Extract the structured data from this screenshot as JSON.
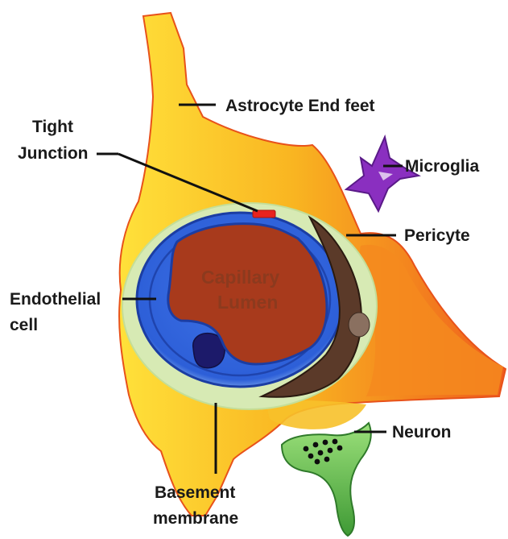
{
  "labels": {
    "astrocyte": "Astrocyte End feet",
    "tight_junction_1": "Tight",
    "tight_junction_2": "Junction",
    "microglia": "Microglia",
    "pericyte": "Pericyte",
    "endothelial_1": "Endothelial",
    "endothelial_2": "cell",
    "lumen_1": "Capillary",
    "lumen_2": "Lumen",
    "neuron": "Neuron",
    "basement_1": "Basement",
    "basement_2": "membrane"
  },
  "colors": {
    "astrocyte": "#f6a81f",
    "astrocyte_edge": "#ec5a1c",
    "basement_membrane": "#d7eab4",
    "endothelium": "#2a5cd6",
    "endothelium_dark": "#1b3da3",
    "lumen": "#a83a1c",
    "pericyte": "#5b3a29",
    "microglia": "#8a2fc0",
    "neuron": "#6cbf4a",
    "tight_junction": "#e8231e"
  }
}
